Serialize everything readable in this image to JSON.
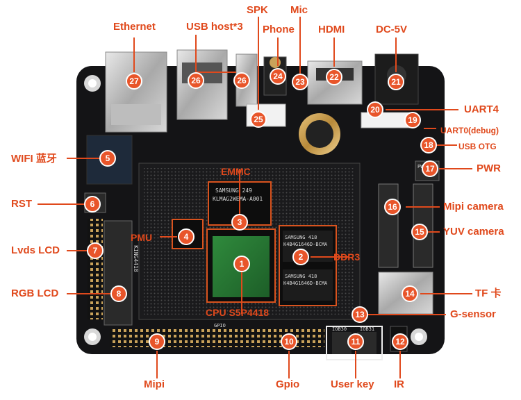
{
  "labels": {
    "ethernet": "Ethernet",
    "usb_host": "USB host*3",
    "spk": "SPK",
    "mic": "Mic",
    "phone": "Phone",
    "hdmi": "HDMI",
    "dc5v": "DC-5V",
    "uart4": "UART4",
    "uart0": "UART0(debug)",
    "usb_otg": "USB OTG",
    "pwr": "PWR",
    "wifi": "WIFI 蓝牙",
    "rst": "RST",
    "mipi_camera": "Mipi camera",
    "yuv_camera": "YUV camera",
    "lvds_lcd": "Lvds LCD",
    "rgb_lcd": "RGB LCD",
    "emmc": "EMMC",
    "pmu": "PMU",
    "ddr3": "DDR3",
    "cpu": "CPU S5P4418",
    "tf": "TF 卡",
    "g_sensor": "G-sensor",
    "mipi": "Mipi",
    "gpio": "Gpio",
    "user_key": "User key",
    "ir": "IR"
  },
  "chips": {
    "emmc_line1": "SAMSUNG  249",
    "emmc_line2": "KLMAG2WEMA-A001",
    "ddr_line1": "SAMSUNG   418",
    "ddr_line2": "K4B4G1646D-BCMA",
    "board_name": "KING4418",
    "gpio_silk": "GPIO",
    "pwr_silk": "PWR",
    "key_silk1": "IOB30",
    "key_silk2": "IOB31"
  },
  "markers": [
    {
      "n": "1",
      "name": "cpu-marker"
    },
    {
      "n": "2",
      "name": "ddr3-marker"
    },
    {
      "n": "3",
      "name": "emmc-marker"
    },
    {
      "n": "4",
      "name": "pmu-marker"
    },
    {
      "n": "5",
      "name": "wifi-marker"
    },
    {
      "n": "6",
      "name": "rst-marker"
    },
    {
      "n": "7",
      "name": "lvds-lcd-marker"
    },
    {
      "n": "8",
      "name": "rgb-lcd-marker"
    },
    {
      "n": "9",
      "name": "mipi-marker"
    },
    {
      "n": "10",
      "name": "gpio-marker"
    },
    {
      "n": "11",
      "name": "user-key-marker"
    },
    {
      "n": "12",
      "name": "ir-marker"
    },
    {
      "n": "13",
      "name": "g-sensor-marker"
    },
    {
      "n": "14",
      "name": "tf-card-marker"
    },
    {
      "n": "15",
      "name": "yuv-camera-marker"
    },
    {
      "n": "16",
      "name": "mipi-camera-marker"
    },
    {
      "n": "17",
      "name": "pwr-marker"
    },
    {
      "n": "18",
      "name": "usb-otg-marker"
    },
    {
      "n": "19",
      "name": "uart0-marker"
    },
    {
      "n": "20",
      "name": "uart4-marker"
    },
    {
      "n": "21",
      "name": "dc5v-marker"
    },
    {
      "n": "22",
      "name": "hdmi-marker"
    },
    {
      "n": "23",
      "name": "mic-marker"
    },
    {
      "n": "24",
      "name": "phone-marker"
    },
    {
      "n": "25",
      "name": "spk-marker"
    },
    {
      "n": "26",
      "name": "usb-host-marker"
    },
    {
      "n": "27",
      "name": "ethernet-marker"
    }
  ],
  "colors": {
    "accent": "#e0491c",
    "board": "#141416",
    "marker": "#e8552a"
  }
}
